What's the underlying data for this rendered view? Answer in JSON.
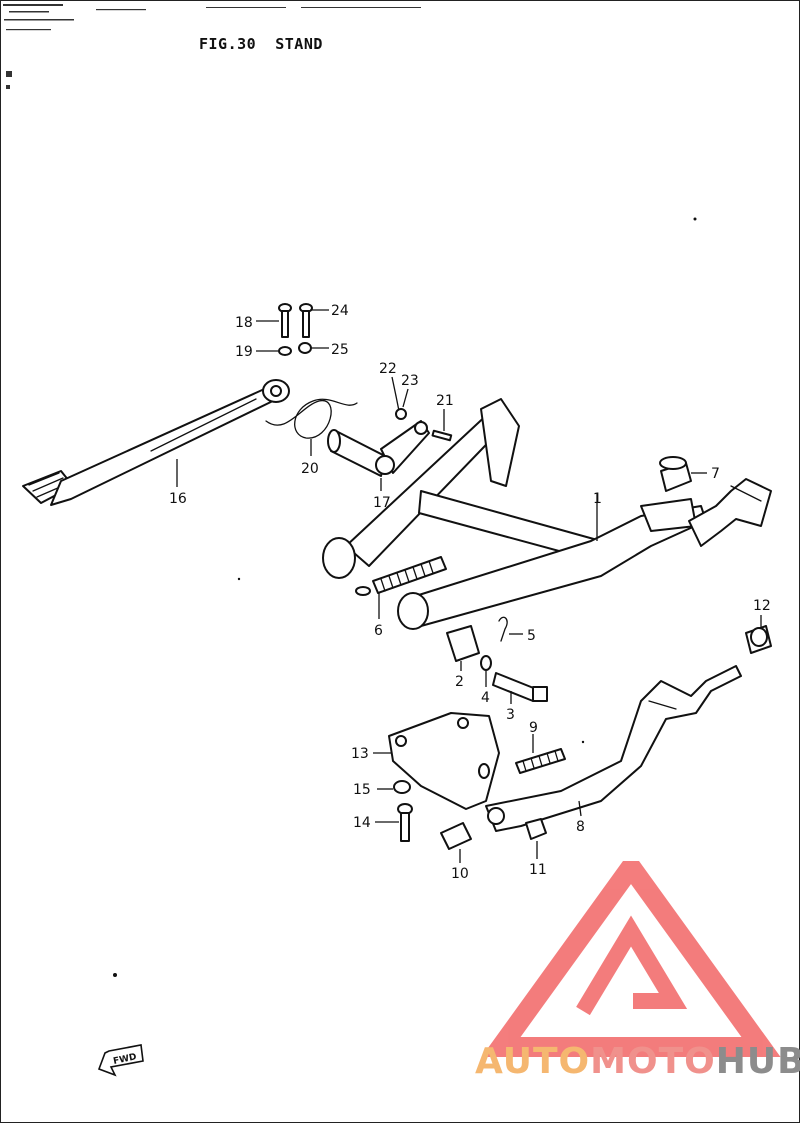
{
  "figure": {
    "title": "FIG.30  STAND"
  },
  "parts": [
    {
      "id": "1",
      "label": "1"
    },
    {
      "id": "2",
      "label": "2"
    },
    {
      "id": "3",
      "label": "3"
    },
    {
      "id": "4",
      "label": "4"
    },
    {
      "id": "5",
      "label": "5"
    },
    {
      "id": "6",
      "label": "6"
    },
    {
      "id": "7",
      "label": "7"
    },
    {
      "id": "8",
      "label": "8"
    },
    {
      "id": "9",
      "label": "9"
    },
    {
      "id": "10",
      "label": "10"
    },
    {
      "id": "11",
      "label": "11"
    },
    {
      "id": "12",
      "label": "12"
    },
    {
      "id": "13",
      "label": "13"
    },
    {
      "id": "14",
      "label": "14"
    },
    {
      "id": "15",
      "label": "15"
    },
    {
      "id": "16",
      "label": "16"
    },
    {
      "id": "17",
      "label": "17"
    },
    {
      "id": "18",
      "label": "18"
    },
    {
      "id": "19",
      "label": "19"
    },
    {
      "id": "20",
      "label": "20"
    },
    {
      "id": "21",
      "label": "21"
    },
    {
      "id": "22",
      "label": "22"
    },
    {
      "id": "23",
      "label": "23"
    },
    {
      "id": "24",
      "label": "24"
    },
    {
      "id": "25",
      "label": "25"
    }
  ],
  "direction_marker": {
    "text": "FWD",
    "icon": "arrow-icon"
  },
  "watermark": {
    "brand_part1": "AUTO",
    "brand_part2": "MOTO",
    "brand_part3": "HUB",
    "colors": {
      "logo": "#f26b6b",
      "auto": "#f5b770",
      "moto": "#f0918c",
      "hub": "#8c8c8c"
    }
  }
}
